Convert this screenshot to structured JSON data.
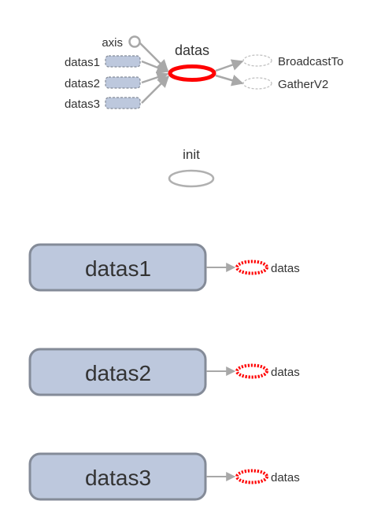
{
  "graph": {
    "center_node": {
      "label": "datas"
    },
    "inputs": [
      {
        "label": "axis",
        "kind": "constant"
      },
      {
        "label": "datas1",
        "kind": "placeholder"
      },
      {
        "label": "datas2",
        "kind": "placeholder"
      },
      {
        "label": "datas3",
        "kind": "placeholder"
      }
    ],
    "outputs": [
      {
        "label": "BroadcastTo"
      },
      {
        "label": "GatherV2"
      }
    ],
    "init_node": {
      "label": "init"
    }
  },
  "series_nodes": [
    {
      "label": "datas1",
      "target_label": "datas"
    },
    {
      "label": "datas2",
      "target_label": "datas"
    },
    {
      "label": "datas3",
      "target_label": "datas"
    }
  ],
  "colors": {
    "highlight": "#ff0000",
    "edge": "#a8a8a8",
    "node_fill": "#bdc8dd",
    "node_stroke": "#848b98",
    "dashed_node_stroke": "#c0c0c0",
    "text": "#333333"
  }
}
